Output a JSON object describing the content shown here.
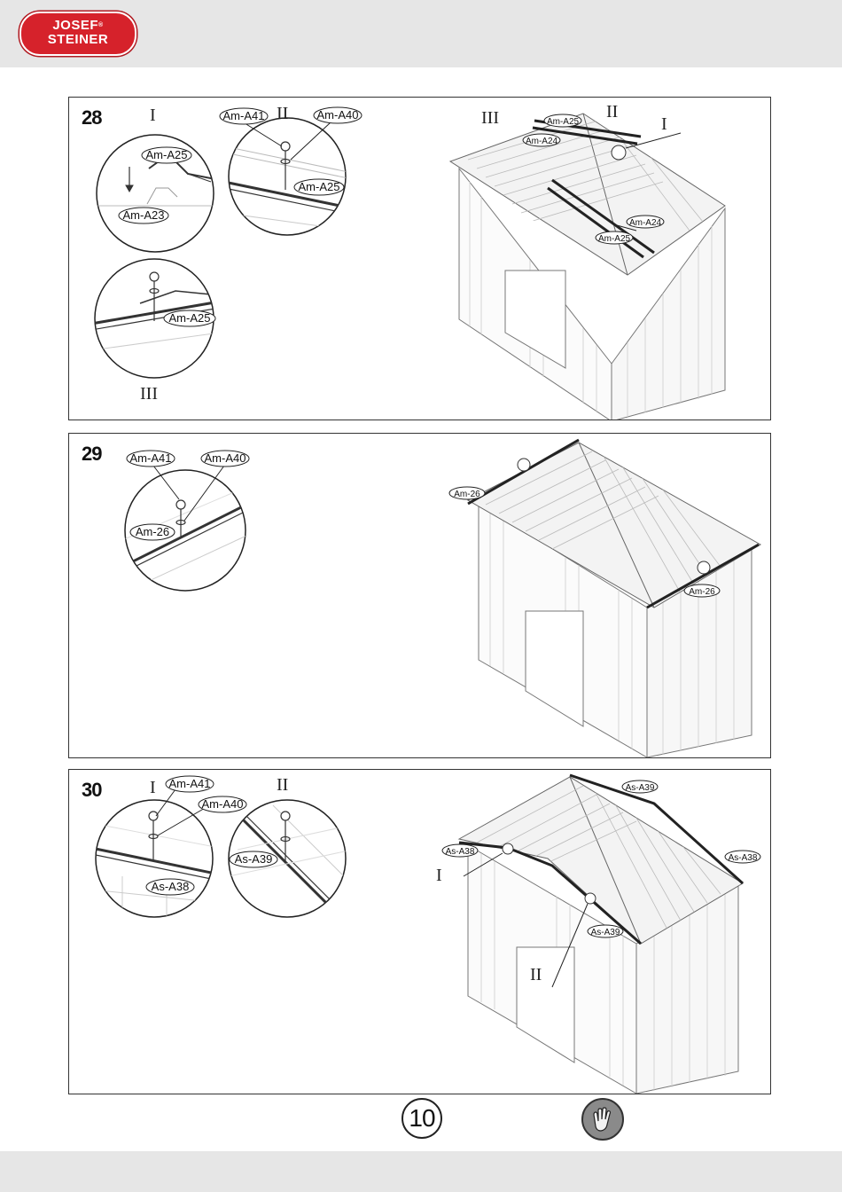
{
  "header": {
    "brand_line1": "JOSEF",
    "brand_line2": "STEINER",
    "brand_mark": "®"
  },
  "steps": [
    {
      "number": "28",
      "detail_labels": {
        "I": "I",
        "II": "II",
        "III": "III"
      },
      "parts": {
        "a23": "Am-A23",
        "a24": "Am-A24",
        "a25": "Am-A25",
        "a40": "Am-A40",
        "a41": "Am-A41"
      }
    },
    {
      "number": "29",
      "parts": {
        "a26": "Am-26",
        "a40": "Am-A40",
        "a41": "Am-A41"
      }
    },
    {
      "number": "30",
      "detail_labels": {
        "I": "I",
        "II": "II"
      },
      "parts": {
        "a38": "As-A38",
        "a39": "As-A39",
        "a40": "Am-A40",
        "a41": "Am-A41"
      }
    }
  ],
  "footer": {
    "page_number": "10",
    "icon": "glove-icon"
  }
}
